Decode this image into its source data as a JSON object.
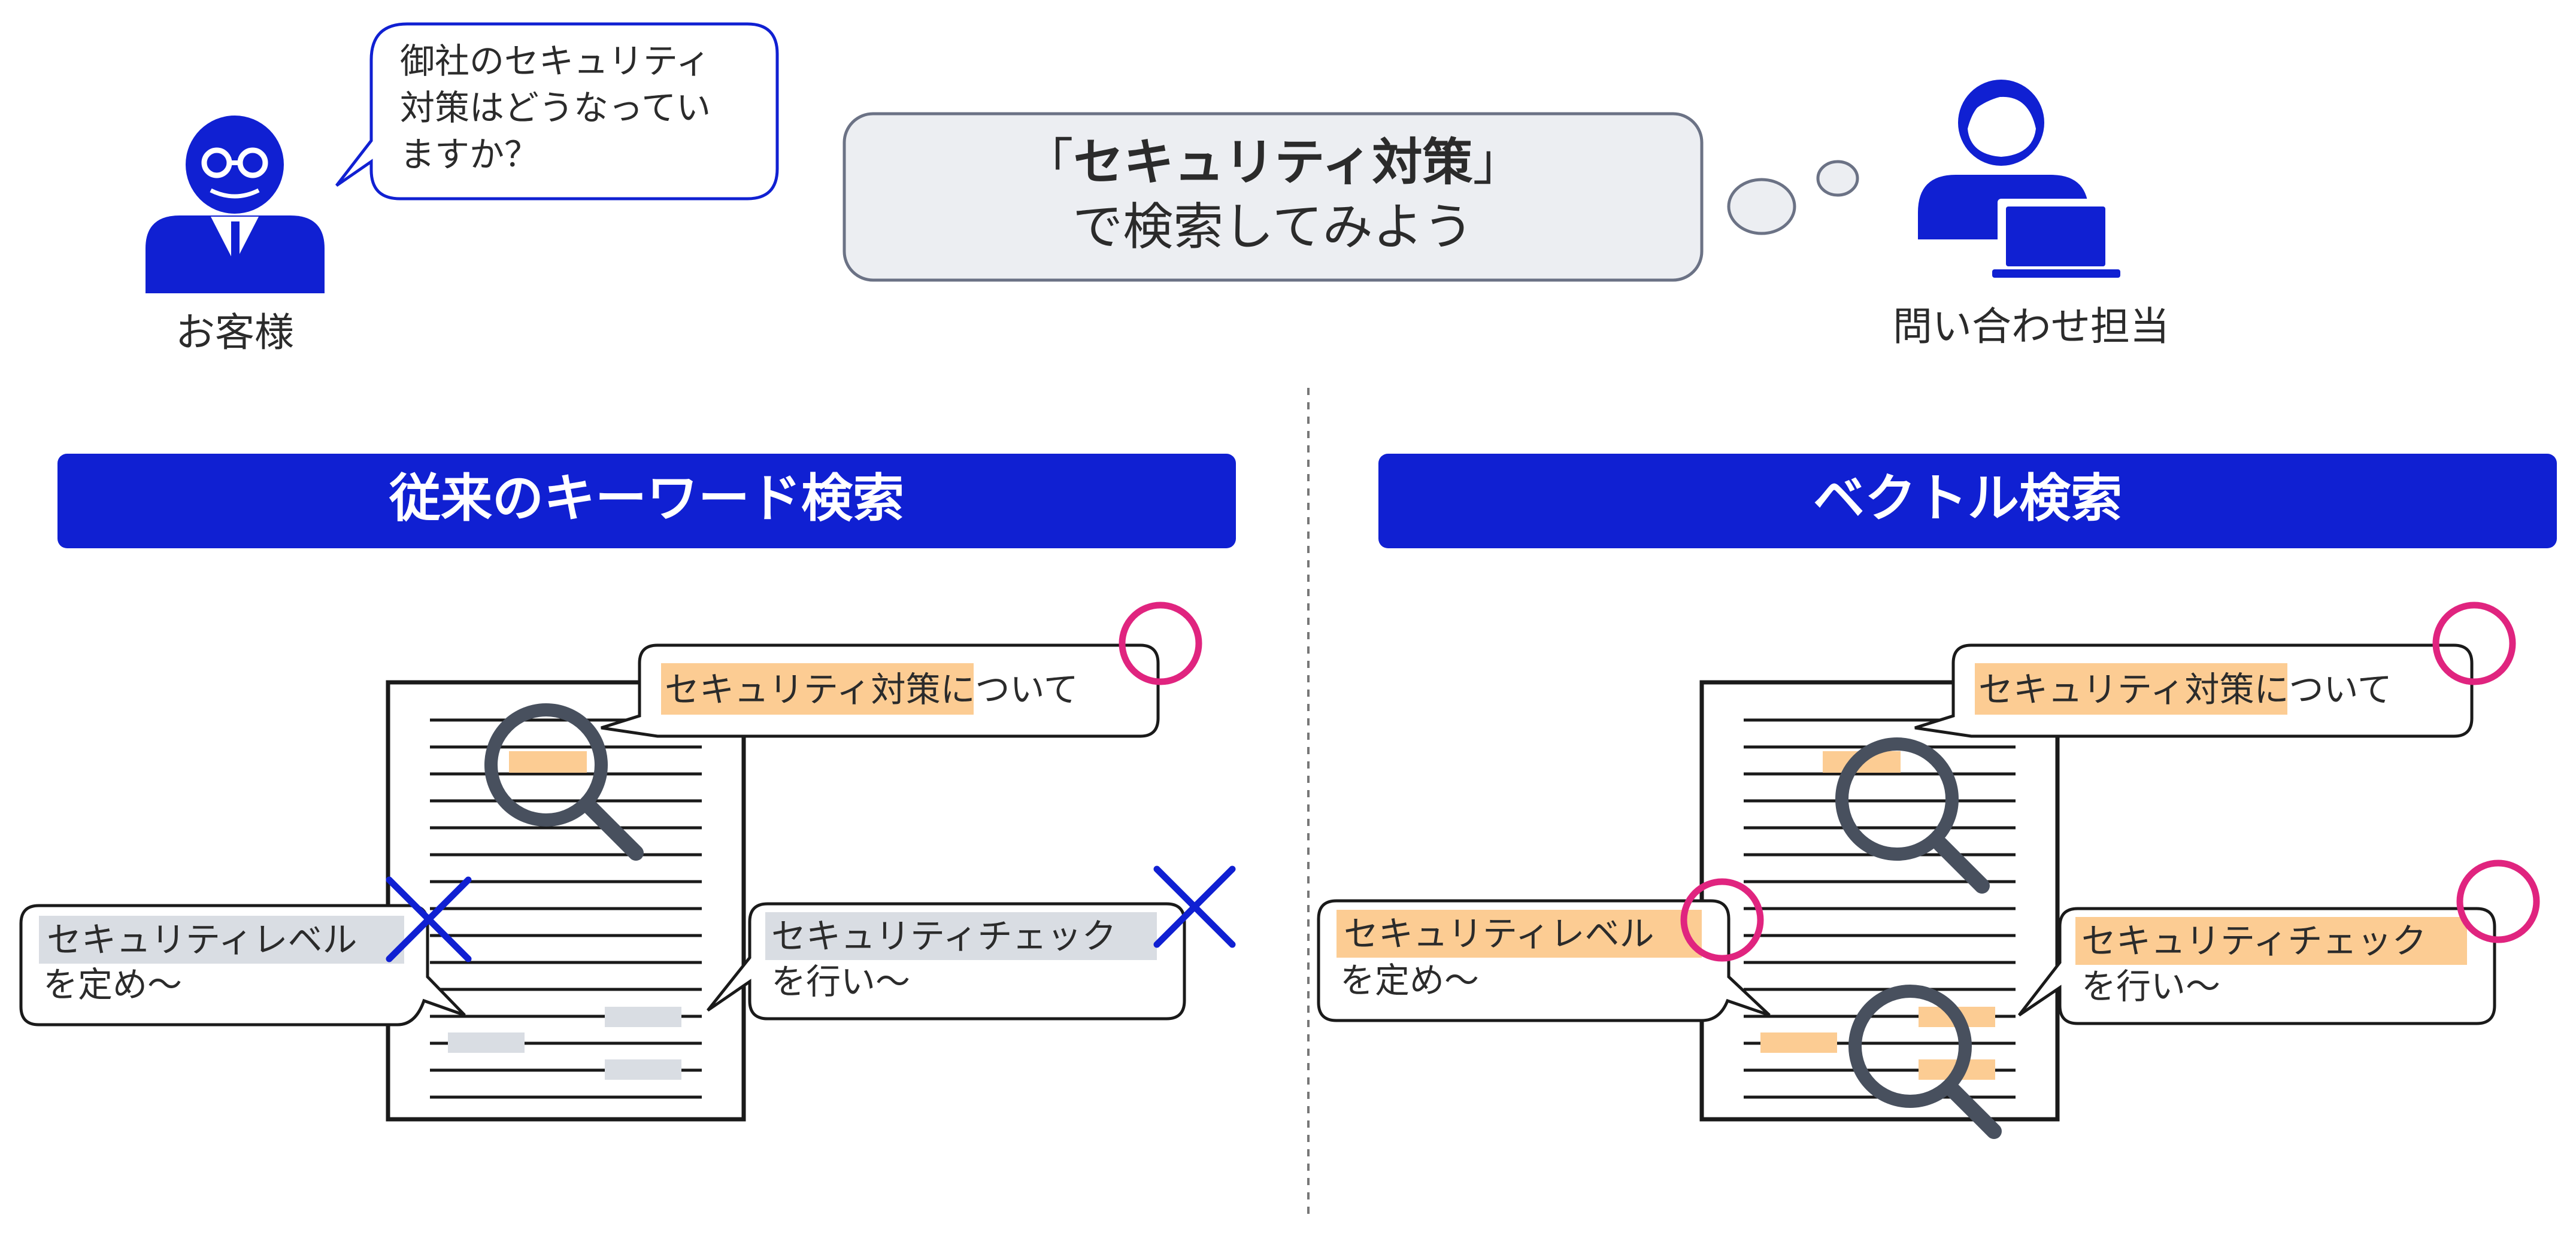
{
  "colors": {
    "blue": "#1020d2",
    "magenta": "#e0247f",
    "orange_highlight": "#fccc93",
    "gray_highlight": "#d9dde3",
    "magnifier": "#48505e",
    "cloud_fill": "#eceef2",
    "cloud_stroke": "#6b7285"
  },
  "customer": {
    "label": "お客様",
    "speech": [
      "御社のセキュリティ",
      "対策はどうなってい",
      "ますか？"
    ]
  },
  "thought": {
    "line1_open": "「",
    "line1_keyword": "セキュリティ対策",
    "line1_close": "」",
    "line2": "で検索してみよう"
  },
  "operator": {
    "label": "問い合わせ担当"
  },
  "left_panel": {
    "title": "従来のキーワード検索",
    "callout_top": {
      "highlight": "セキュリティ対策",
      "rest": "について",
      "result": "match"
    },
    "callout_left": {
      "line1": "セキュリティレベル",
      "line2": "を定め〜",
      "result": "miss"
    },
    "callout_right": {
      "line1": "セキュリティチェック",
      "line2": "を行い〜",
      "result": "miss"
    }
  },
  "right_panel": {
    "title": "ベクトル検索",
    "callout_top": {
      "highlight": "セキュリティ対策",
      "rest": "について",
      "result": "match"
    },
    "callout_left": {
      "line1": "セキュリティレベル",
      "line2": "を定め〜",
      "result": "match"
    },
    "callout_right": {
      "line1": "セキュリティチェック",
      "line2": "を行い〜",
      "result": "match"
    }
  }
}
